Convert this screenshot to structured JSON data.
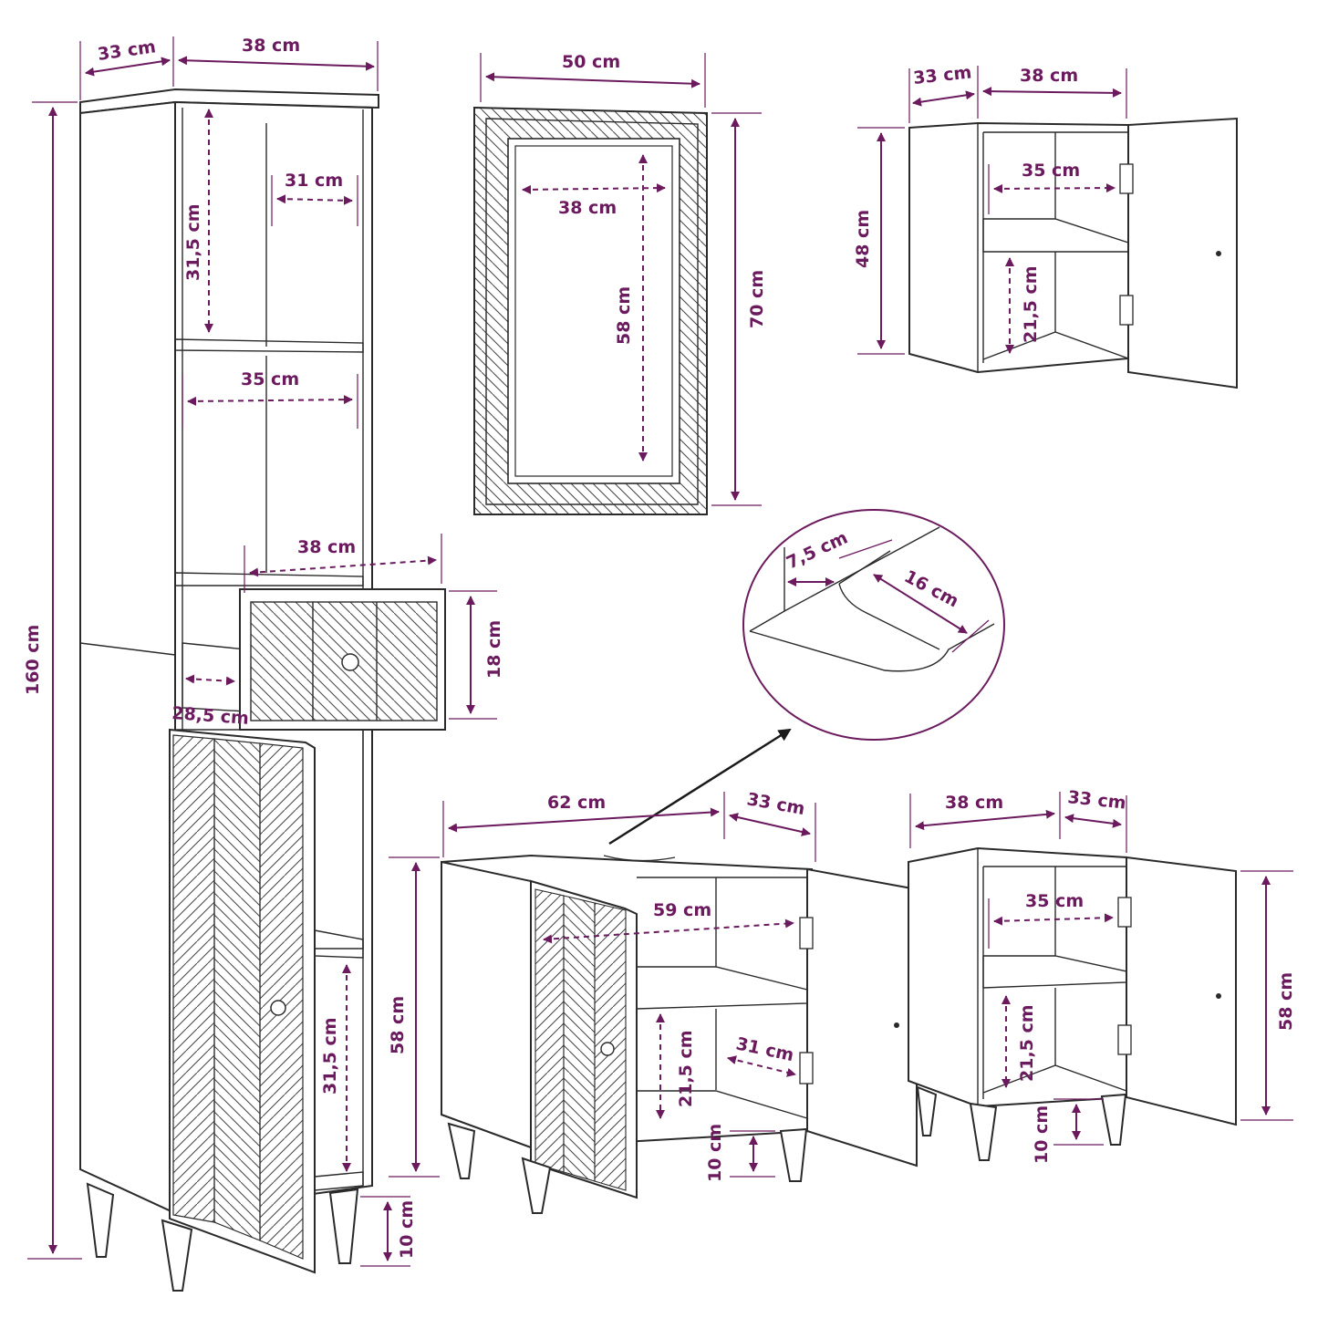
{
  "colors": {
    "dimension": "#6b1a5e",
    "outline": "#2a2a2a",
    "pointer": "#1a1a1a"
  },
  "tall_cabinet": {
    "depth": "33 cm",
    "width": "38 cm",
    "height": "160 cm",
    "top_shelf_height": "31,5 cm",
    "top_shelf_depth": "31 cm",
    "mid_shelf_width": "35 cm",
    "drawer_width": "38 cm",
    "drawer_height": "18 cm",
    "drawer_depth": "28,5 cm",
    "bottom_shelf_height": "31,5 cm",
    "leg_height": "10 cm"
  },
  "mirror": {
    "width": "50 cm",
    "height": "70 cm",
    "inner_width": "38 cm",
    "inner_height": "58 cm"
  },
  "wall_cabinet": {
    "depth": "33 cm",
    "width": "38 cm",
    "height": "48 cm",
    "inner_width": "35 cm",
    "shelf_height": "21,5 cm"
  },
  "detail_cutout": {
    "depth": "7,5 cm",
    "length": "16 cm"
  },
  "sink_cabinet": {
    "width": "62 cm",
    "depth": "33 cm",
    "height": "58 cm",
    "inner_width": "59 cm",
    "shelf_height": "21,5 cm",
    "shelf_depth": "31 cm",
    "leg_height": "10 cm"
  },
  "small_cabinet": {
    "width": "38 cm",
    "depth": "33 cm",
    "height": "58 cm",
    "inner_width": "35 cm",
    "shelf_height": "21,5 cm",
    "leg_height": "10 cm"
  }
}
